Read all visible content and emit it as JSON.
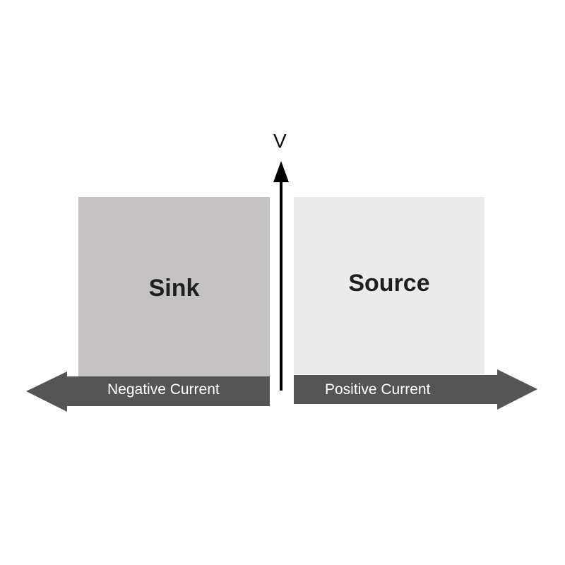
{
  "diagram": {
    "axis_label": "V",
    "quadrants": {
      "sink": "Sink",
      "source": "Source"
    },
    "arrows": {
      "negative": "Negative Current",
      "positive": "Positive Current"
    }
  },
  "colors": {
    "sink_fill": "#c4c2c3",
    "source_fill": "#ebebeb",
    "arrow_fill": "#555555",
    "axis": "#000000",
    "label_text": "#1f1f1f"
  }
}
